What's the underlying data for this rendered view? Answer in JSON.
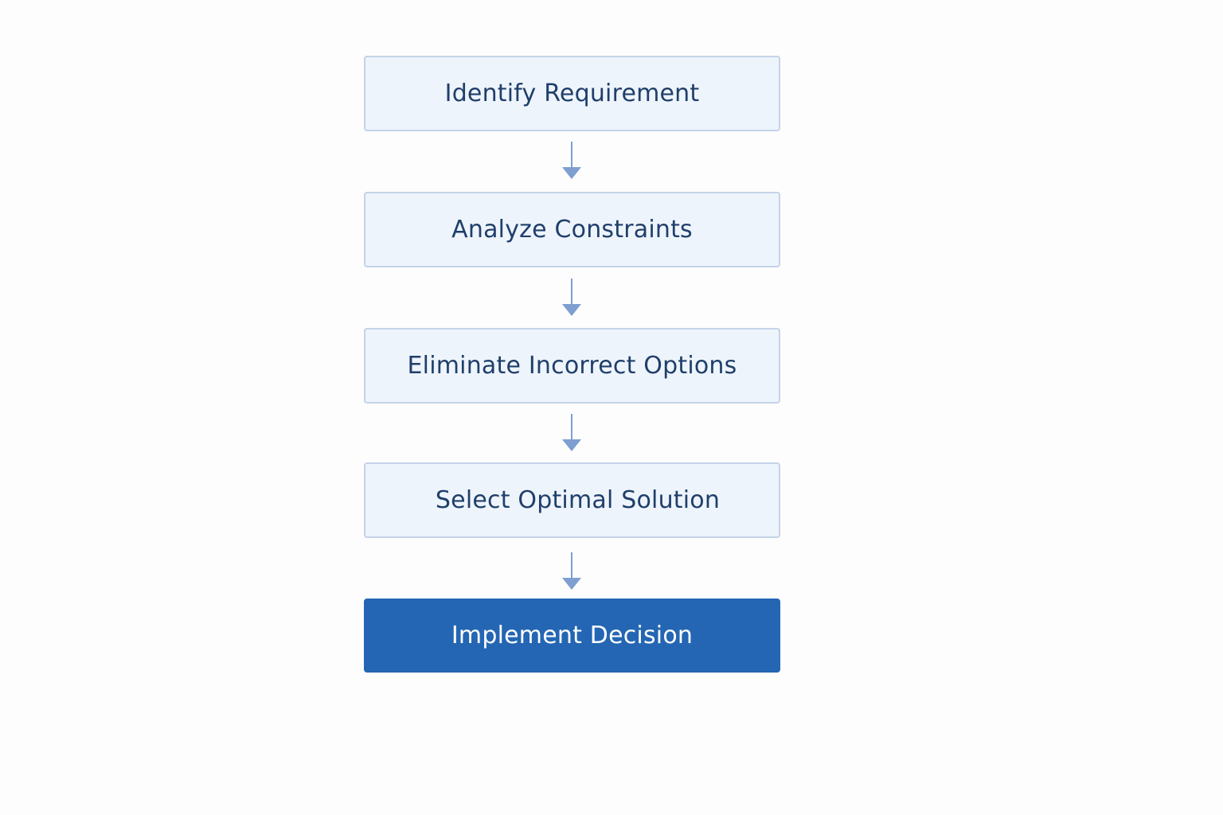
{
  "flow": {
    "steps": [
      {
        "label": "Identify Requirement"
      },
      {
        "label": "Analyze Constraints"
      },
      {
        "label": "Eliminate Incorrect Options"
      },
      {
        "label": "Select Optimal Solution"
      },
      {
        "label": "Implement Decision"
      }
    ]
  },
  "colors": {
    "step_fill": "#eef4fb",
    "step_border": "#c4d3e8",
    "step_text": "#1f3f6b",
    "final_fill": "#2466b3",
    "final_text": "#ffffff",
    "arrow": "#7e9fd0"
  }
}
